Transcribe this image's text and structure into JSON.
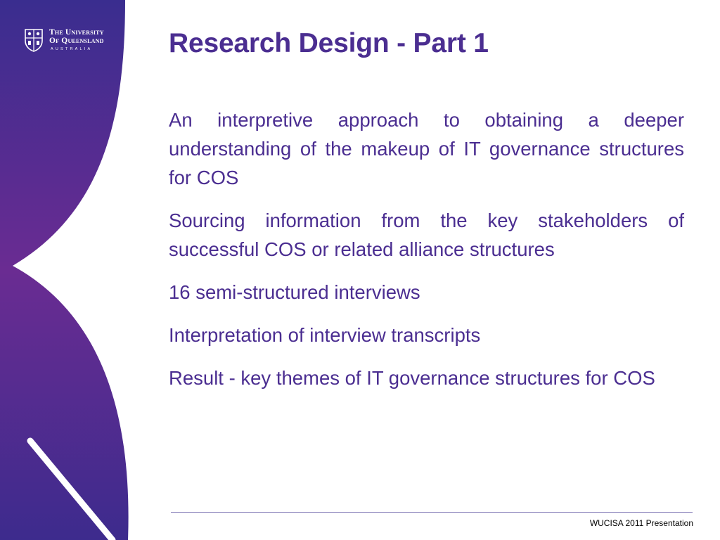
{
  "logo": {
    "line1": "The University",
    "line2": "Of Queensland",
    "line3": "AUSTRALIA"
  },
  "slide": {
    "title": "Research Design - Part 1",
    "points": [
      "An interpretive approach to obtaining a deeper understanding of the makeup of IT governance structures for COS",
      "Sourcing information from the key stakeholders of successful COS or related alliance structures",
      "16 semi-structured interviews",
      "Interpretation of interview transcripts",
      "Result  - key themes of IT governance structures for COS"
    ]
  },
  "footer": {
    "text": "WUCISA 2011 Presentation"
  },
  "colors": {
    "purple_dark": "#3f2a8c",
    "purple_light": "#6a2f93",
    "text_purple": "#4b2e91"
  }
}
